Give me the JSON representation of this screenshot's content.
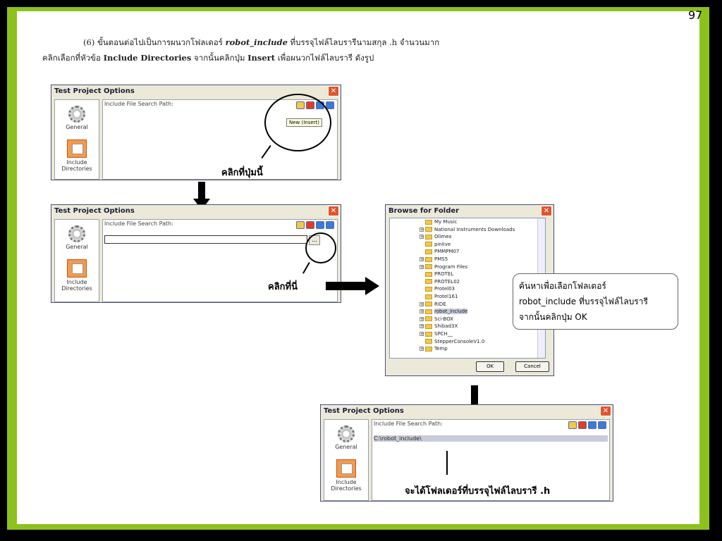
{
  "page_number": "97",
  "instruction": {
    "line1_pre": "(6) ขั้นตอนต่อไปเป็นการผนวกโฟลเดอร์ ",
    "line1_em": "robot_include",
    "line1_post": " ที่บรรจุไฟล์ไลบรารีนามสกุล .h จำนวนมาก",
    "line2_pre": "คลิกเลือกที่หัวข้อ ",
    "line2_b1": "Include Directories",
    "line2_mid": " จากนั้นคลิกปุ่ม ",
    "line2_b2": "Insert",
    "line2_post": " เพื่อผนวกไฟล์ไลบรารี ดังรูป"
  },
  "dialog": {
    "title": "Test Project Options",
    "sidebar_general": "General",
    "sidebar_include": "Include Directories",
    "path_label": "Include File Search Path:",
    "tooltip": "New (Insert)"
  },
  "labels": {
    "click_this_button": "คลิกที่ปุ่มนี้",
    "click_here": "คลิกที่นี่",
    "result_caption": "จะได้โฟลเดอร์ที่บรรจุไฟล์ไลบรารี .h"
  },
  "browse": {
    "title": "Browse for Folder",
    "items": [
      {
        "label": "My Music",
        "exp": false
      },
      {
        "label": "National Instruments Downloads",
        "exp": true
      },
      {
        "label": "Olimex",
        "exp": true
      },
      {
        "label": "pinlive",
        "exp": false
      },
      {
        "label": "PMMPM07",
        "exp": false
      },
      {
        "label": "PMS5",
        "exp": true
      },
      {
        "label": "Program Files",
        "exp": true
      },
      {
        "label": "PROTEL",
        "exp": false
      },
      {
        "label": "PROTEL02",
        "exp": false
      },
      {
        "label": "Protel03",
        "exp": false
      },
      {
        "label": "Protel161",
        "exp": false
      },
      {
        "label": "RIDE",
        "exp": true
      },
      {
        "label": "robot_include",
        "exp": true,
        "selected": true
      },
      {
        "label": "Sci-BOX",
        "exp": true
      },
      {
        "label": "Shibad3X",
        "exp": true
      },
      {
        "label": "SPCH__",
        "exp": true
      },
      {
        "label": "StepperConsoleV1.0",
        "exp": false
      },
      {
        "label": "Temp",
        "exp": true
      }
    ],
    "ok": "OK",
    "cancel": "Cancel"
  },
  "info_box": {
    "line1": "ค้นหาเพื่อเลือกโฟลเดอร์",
    "line2": "robot_include ที่บรรจุไฟล์ไลบรารี",
    "line3": "จากนั้นคลิกปุ่ม OK"
  },
  "result_path": "C:\\robot_include\\"
}
